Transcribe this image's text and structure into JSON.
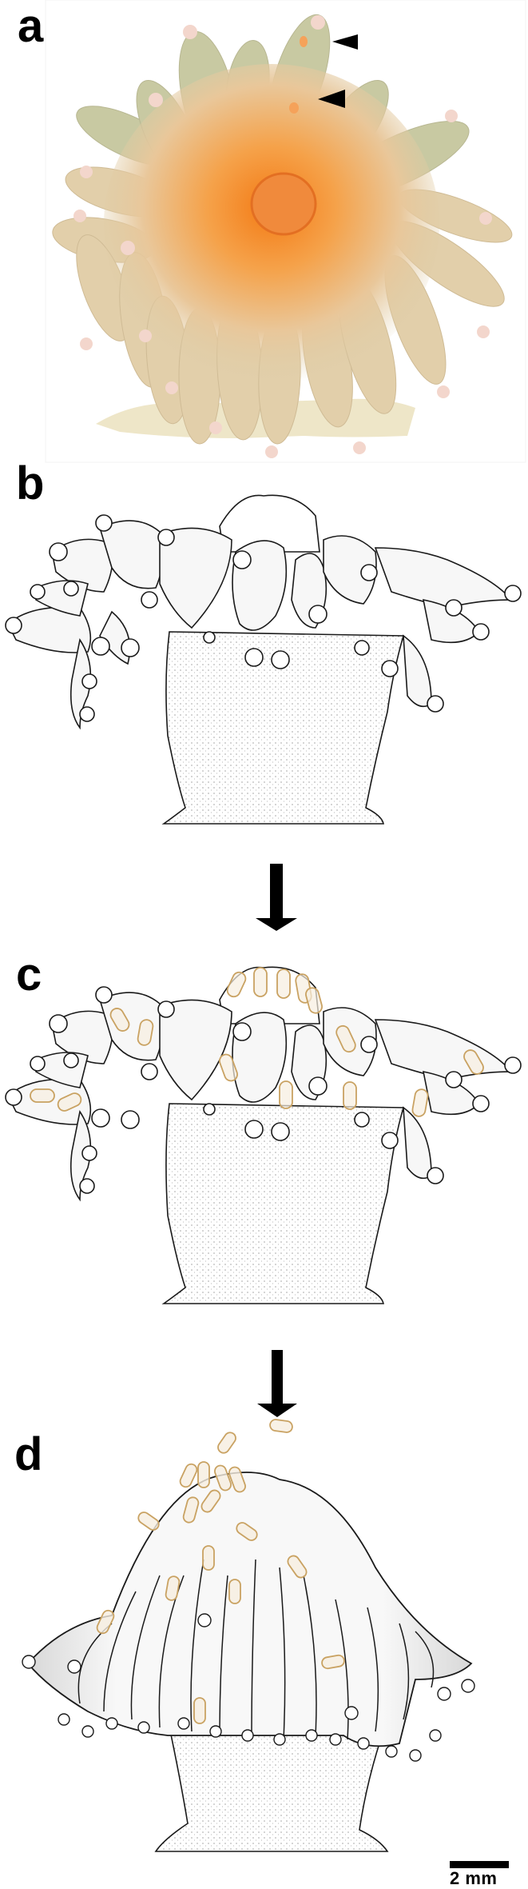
{
  "figure": {
    "panels": [
      {
        "id": "a",
        "label": "a",
        "kind": "photograph",
        "description": "Live coral polyp, orange oral disc with tentacles; two arrowheads mark planulae visible inside tentacles"
      },
      {
        "id": "b",
        "label": "b",
        "kind": "line-drawing",
        "description": "Polyp with expanded tentacles, no planulae"
      },
      {
        "id": "c",
        "label": "c",
        "kind": "line-drawing",
        "description": "Polyp with planulae (tan outlines) inside tentacles and oral disc"
      },
      {
        "id": "d",
        "label": "d",
        "kind": "line-drawing",
        "description": "Polyp with contracted, drooping tentacles releasing planulae from the mouth"
      }
    ],
    "arrowheads_panel_a": 2,
    "transition_arrows": 2,
    "scale_bar": {
      "label": "2 mm"
    },
    "colors": {
      "planula_outline": "#C9A262",
      "planula_fill": "#F6EEE0",
      "ink": "#1a1a1a",
      "photo_center": "#F28C28",
      "photo_tentacle": "#D9CBA4"
    }
  }
}
